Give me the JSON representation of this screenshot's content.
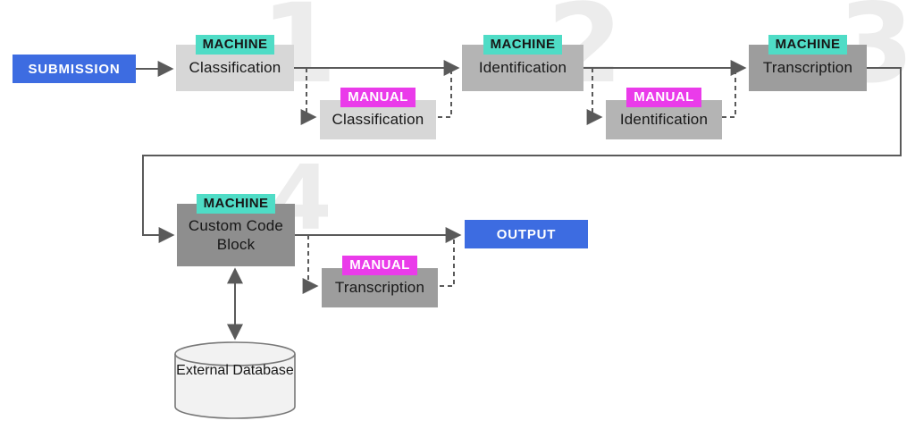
{
  "colors": {
    "blue": "#3d6ce1",
    "teal": "#4fdcc6",
    "magenta": "#ea3bea",
    "gray_1": "#d7d7d7",
    "gray_2": "#b4b4b4",
    "gray_3": "#9d9d9d",
    "gray_4": "#8e8e8e",
    "watermark": "#ececec",
    "line": "#5a5a5a",
    "db_fill": "#f2f2f2",
    "db_stroke": "#787878"
  },
  "flow": {
    "submission": {
      "label": "SUBMISSION"
    },
    "output": {
      "label": "OUTPUT"
    },
    "machine_steps": [
      {
        "number": "1",
        "badge": "MACHINE",
        "title": "Classification"
      },
      {
        "number": "2",
        "badge": "MACHINE",
        "title": "Identification"
      },
      {
        "number": "3",
        "badge": "MACHINE",
        "title": "Transcription"
      },
      {
        "number": "4",
        "badge": "MACHINE",
        "title": "Custom Code Block"
      }
    ],
    "manual_steps": [
      {
        "badge": "MANUAL",
        "title": "Classification"
      },
      {
        "badge": "MANUAL",
        "title": "Identification"
      },
      {
        "badge": "MANUAL",
        "title": "Transcription"
      }
    ],
    "database": {
      "label": "External Database"
    }
  }
}
